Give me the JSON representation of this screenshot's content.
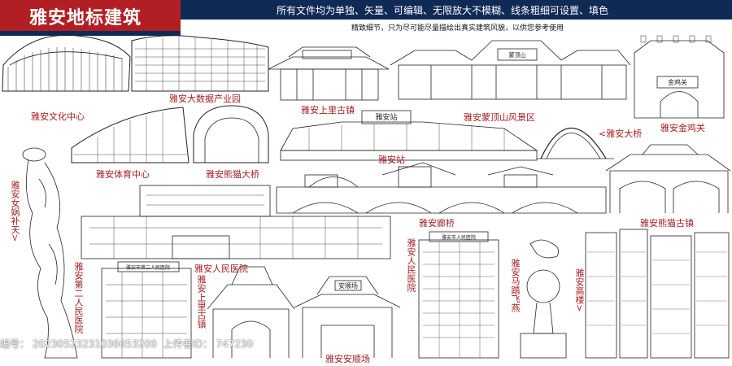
{
  "header": {
    "title": "雅安地标建筑",
    "subtitle": "所有文件均为单独、矢量、可编辑、无限放大不模糊、线条粗细可设置、填色",
    "note": "精致细节，只为尽可能尽量描绘出真实建筑风貌，以供您参考使用"
  },
  "landmarks": {
    "culture_center": "雅安文化中心",
    "bigdata_park": "雅安大数据产业园",
    "shangli_town_top": "雅安上里古镇",
    "mengding_scenic": "雅安蒙顶山风景区",
    "jinji_pass": "雅安金鸡关",
    "sports_center": "雅安体育中心",
    "panda_bridge": "雅安熊猫大桥",
    "station": "雅安站",
    "yaan_bridge": "<雅安大桥",
    "nvwa": "雅安女娲补天>",
    "corridor_bridge": "雅安廊桥",
    "panda_town": "雅安熊猫古镇",
    "peoples_hospital_main": "雅安人民医院",
    "second_hospital": "雅安第二人民医院",
    "shangli_town_bottom": "雅安上里古镇",
    "peoples_hospital_tower": "雅安人民医院",
    "horse_statue": "雅安马踏飞燕",
    "highrise": "雅安高楼>",
    "anshun_square": "雅安安顺场"
  },
  "signs": {
    "station_sign": "雅安站",
    "jinji_sign": "金鸡关",
    "anshun_sign": "安顺场",
    "mengding_sign": "蒙顶山",
    "hospital_sign": "雅安市人民医院",
    "second_hospital_sign": "雅安市第二人民医院"
  },
  "watermark": {
    "id_label": "编号：",
    "id_value": "20230523231036653200",
    "uploader_label": "上传者ID：",
    "uploader_value": "747230"
  },
  "colors": {
    "header_red": "#b11f24",
    "header_navy": "#0f2a55",
    "label_red": "#a41e22",
    "line": "#222222"
  }
}
